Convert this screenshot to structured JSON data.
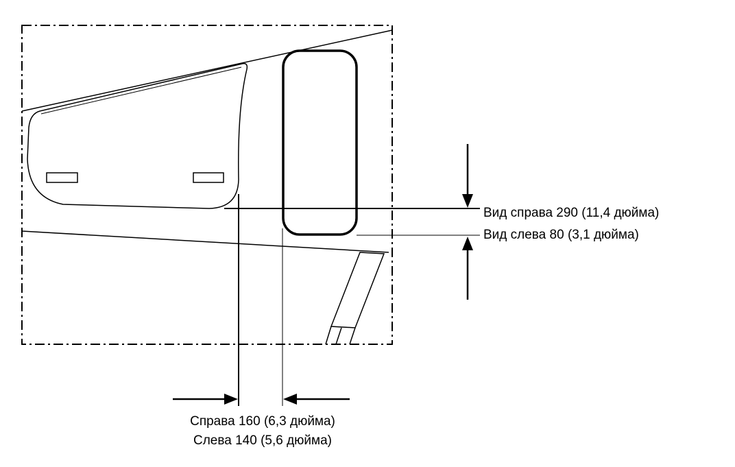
{
  "labels": {
    "right_view": "Вид справа 290 (11,4 дюйма)",
    "left_view": "Вид слева 80 (3,1 дюйма)",
    "right_offset": "Справа 160 (6,3 дюйма)",
    "left_offset": "Слева 140 (5,6 дюйма)"
  }
}
